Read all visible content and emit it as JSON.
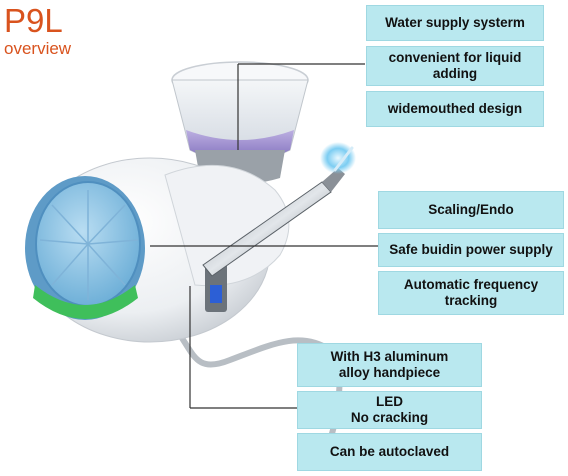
{
  "header": {
    "title": "P9L",
    "subtitle": "overview"
  },
  "group_top": {
    "items": [
      "Water supply systerm",
      "convenient for liquid\nadding",
      "widemouthed design"
    ]
  },
  "group_middle": {
    "items": [
      "Scaling/Endo",
      "Safe buidin power supply",
      "Automatic frequency\ntracking"
    ]
  },
  "group_bottom": {
    "items": [
      "With H3 aluminum\nalloy handpiece",
      "LED\nNo cracking",
      "Can be autoclaved"
    ]
  },
  "colors": {
    "brand": "#d9531e",
    "box_fill": "#b9e8ef",
    "connector": "#333333"
  },
  "icons": {
    "product": "ultrasonic-scaler-icon"
  }
}
